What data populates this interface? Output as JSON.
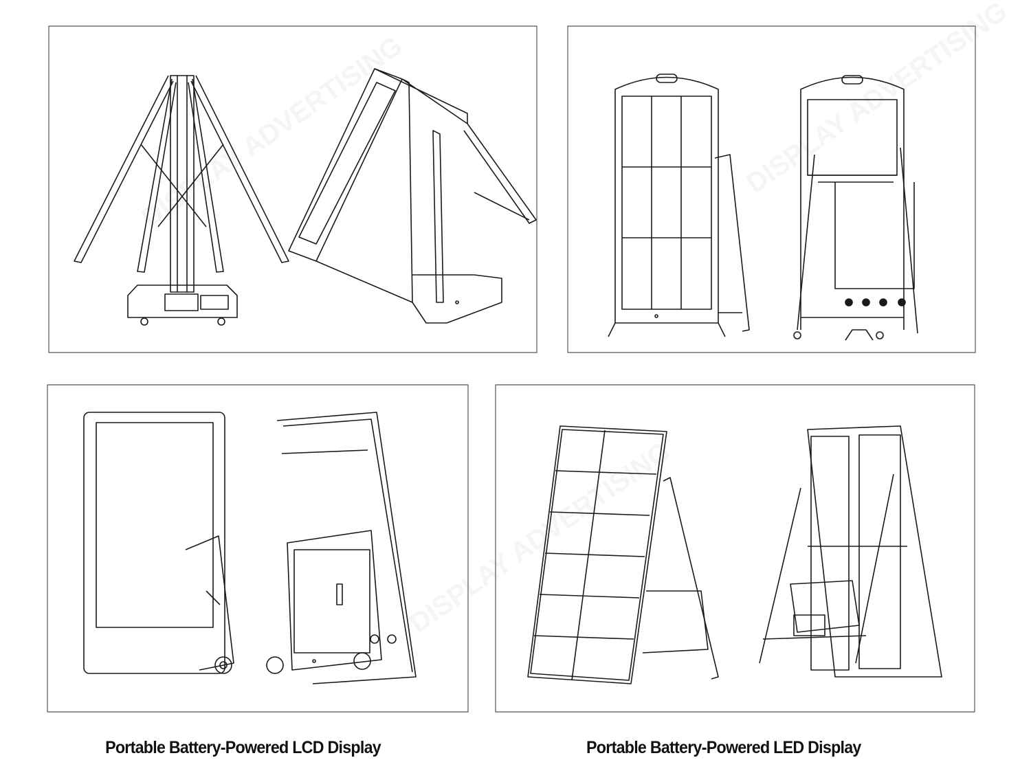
{
  "watermark": {
    "brand": "DISPLAY",
    "tagline": "ADVERTISING"
  },
  "captions": {
    "lcd": "Portable Battery-Powered LCD Display",
    "led": "Portable Battery-Powered LED Display"
  },
  "colors": {
    "line": "#1a1a1a",
    "frame": "#555555",
    "background": "#ffffff"
  }
}
